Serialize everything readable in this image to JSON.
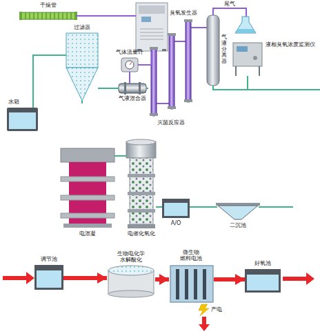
{
  "diagram": {
    "nodes": [
      {
        "text": [
          "干燥管"
        ]
      },
      {
        "text": [
          "臭氧发生器"
        ]
      },
      {
        "text": [
          "过滤器"
        ]
      },
      {
        "text": [
          "气体流量计"
        ]
      },
      {
        "text": [
          "水箱"
        ]
      },
      {
        "text": [
          "气液混合器"
        ]
      },
      {
        "text": [
          "灭菌反应器"
        ]
      },
      {
        "text": [
          "气液分离器"
        ]
      },
      {
        "text": [
          "液相臭氧浓度监测仪"
        ]
      },
      {
        "text": [
          "电混凝"
        ]
      },
      {
        "text": [
          "电催化氧化"
        ]
      },
      {
        "text": [
          "A/O"
        ]
      },
      {
        "text": [
          "二沉池"
        ]
      },
      {
        "text": [
          "调节池"
        ]
      },
      {
        "text": [
          "生物电化学 水解酸化"
        ]
      },
      {
        "text": [
          "微生物 燃料电池"
        ]
      },
      {
        "text": [
          "好氧池"
        ]
      }
    ],
    "edges": [
      {
        "from": 0,
        "to": 1,
        "arrow": "none"
      },
      {
        "from": 1,
        "to": 3,
        "arrow": "none"
      },
      {
        "from": 3,
        "to": 5,
        "arrow": "none"
      },
      {
        "from": 4,
        "to": 2,
        "arrow": "none"
      },
      {
        "from": 2,
        "to": 5,
        "arrow": "none"
      },
      {
        "from": 5,
        "to": 6,
        "arrow": "none"
      },
      {
        "from": 6,
        "to": 7,
        "arrow": "none"
      },
      {
        "from": 7,
        "to": 8,
        "label": "尾气",
        "arrow": "none"
      },
      {
        "from": 9,
        "to": 10,
        "arrow": "none"
      },
      {
        "from": 10,
        "to": 11,
        "arrow": "none"
      },
      {
        "from": 11,
        "to": 12,
        "arrow": "none"
      },
      {
        "from": 13,
        "to": 14,
        "arrow": "to"
      },
      {
        "from": 14,
        "to": 15,
        "arrow": "to"
      },
      {
        "from": 15,
        "to": 16,
        "arrow": "to"
      }
    ],
    "labels": [
      "产电"
    ]
  }
}
